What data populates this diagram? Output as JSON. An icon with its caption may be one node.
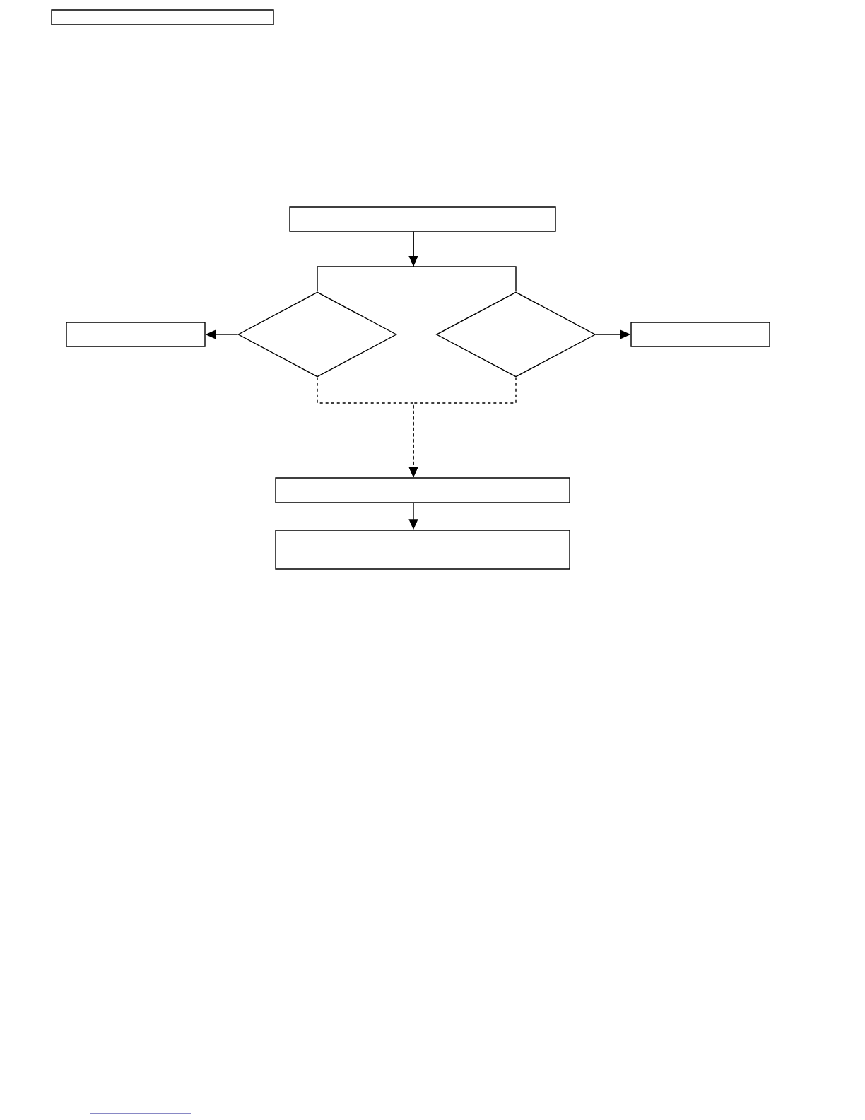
{
  "diagram": {
    "nodes": [
      {
        "text": [],
        "shape": "box"
      },
      {
        "text": [],
        "shape": "box"
      },
      {
        "text": [],
        "shape": "box"
      },
      {
        "text": [],
        "shape": "diamond"
      },
      {
        "text": [],
        "shape": "diamond"
      },
      {
        "text": [],
        "shape": "box"
      },
      {
        "text": [],
        "shape": "box"
      },
      {
        "text": [],
        "shape": "box"
      }
    ],
    "edges": [
      {
        "from": 1,
        "to": 3,
        "arrow": "to"
      },
      {
        "from": 1,
        "to": 4,
        "arrow": "to"
      },
      {
        "from": 3,
        "to": 2,
        "arrow": "to"
      },
      {
        "from": 4,
        "to": 5,
        "arrow": "to"
      },
      {
        "from": 3,
        "to": 6,
        "arrow": "to",
        "style": "dashed"
      },
      {
        "from": 4,
        "to": 6,
        "arrow": "to",
        "style": "dashed"
      },
      {
        "from": 6,
        "to": 7,
        "arrow": "to"
      }
    ]
  }
}
